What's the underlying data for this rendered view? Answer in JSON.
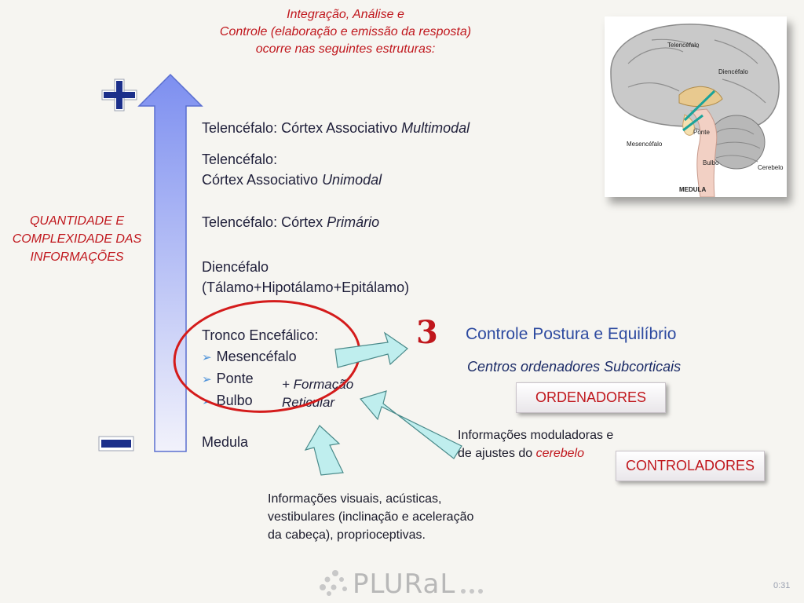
{
  "title": {
    "line1": "Integração,  Análise e",
    "line2": "Controle (elaboração e emissão da resposta)",
    "line3": "ocorre nas seguintes estruturas:"
  },
  "side_label": {
    "line1": "QUANTIDADE E",
    "line2": "COMPLEXIDADE DAS",
    "line3": "INFORMAÇÕES"
  },
  "scale": {
    "plus_symbol": "+",
    "minus_symbol": "−"
  },
  "levels": {
    "multimodal_prefix": "Telencéfalo: Córtex Associativo ",
    "multimodal_em": "Multimodal",
    "unimodal_line1": "Telencéfalo:",
    "unimodal_prefix": "Córtex Associativo ",
    "unimodal_em": "Unimodal",
    "primario_prefix": "Telencéfalo: Córtex ",
    "primario_em": "Primário",
    "diencefalo_line1": "Diencéfalo",
    "diencefalo_line2": "(Tálamo+Hipotálamo+Epitálamo)",
    "tronco_title": "Tronco Encefálico:",
    "tronco_items": [
      "Mesencéfalo",
      "Ponte",
      "Bulbo"
    ],
    "medula": "Medula"
  },
  "formacao": {
    "line1": "+ Formação",
    "line2": "Reticular"
  },
  "big_number": "3",
  "controle_title": "Controle Postura e Equilíbrio",
  "centros": "Centros ordenadores Subcorticais",
  "ordenadores": "ORDENADORES",
  "controladores": "CONTROLADORES",
  "info_mod": {
    "line1": "Informações  moduladoras e",
    "line2_prefix": "de ajustes do ",
    "line2_em": "cerebelo"
  },
  "info_sens": {
    "line1": "Informações visuais,  acústicas,",
    "line2": "vestibulares (inclinação e aceleração",
    "line3": "da cabeça), proprioceptivas."
  },
  "brain_labels": {
    "telencefalo": "Telencéfalo",
    "diencefalo": "Diencéfalo",
    "ponte": "Ponte",
    "mesencefalo": "Mesencéfalo",
    "bulbo": "Bulbo",
    "cerebelo": "Cerebelo",
    "medula": "MEDULA"
  },
  "logo_text": "PLURaL",
  "timestamp": "0:31",
  "colors": {
    "accent_red": "#c0171d",
    "arrow_blue": "#7d8ff0",
    "controle_blue": "#2d4aa0",
    "callout_cyan": "#bfeeee"
  }
}
